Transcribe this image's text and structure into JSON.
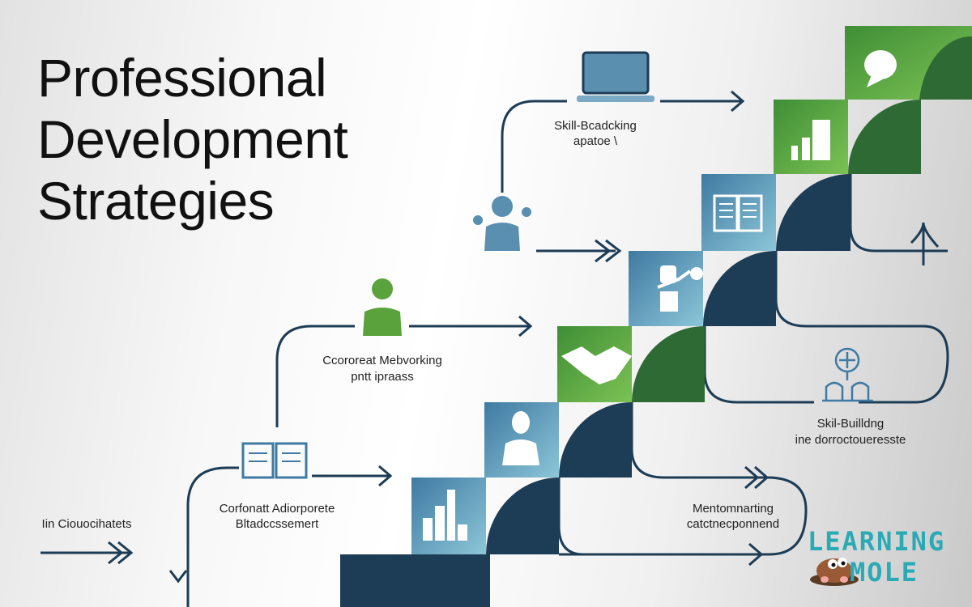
{
  "title": {
    "lines": [
      "Professional",
      "Development",
      "Strategies"
    ]
  },
  "labels": {
    "skill_top": [
      "Skill-Bcadcking",
      "apatoe \\"
    ],
    "networking": [
      "Ccororeat Mebvorking",
      "pntt ipraass"
    ],
    "skill_right": [
      "Skil-Builldng",
      "ine dorroctoueresste"
    ],
    "advancement": [
      "Corfonatt Adiorporete",
      "Bltadccssemert"
    ],
    "coaching": [
      "Iin Ciouocihatets"
    ],
    "mentoring": [
      "Mentomnarting",
      "catctnecponnend"
    ]
  },
  "logo": {
    "line1": "LEARNING",
    "line2": "MOLE"
  },
  "colors": {
    "navy": "#1d3c55",
    "blue": "#4f88ad",
    "light_blue": "#7db8cf",
    "green": "#5aa33c",
    "dark_green": "#2e6a33",
    "logo_teal": "#2aaab5"
  },
  "icons": [
    "laptop-icon",
    "speech-bubble-icon",
    "bar-chart-icon",
    "open-book-icon",
    "mentor-person-icon",
    "person-presenting-icon",
    "green-person-icon",
    "handshake-icon",
    "network-building-icon",
    "open-book-outline-icon",
    "businessman-icon",
    "bar-chart-icon"
  ]
}
